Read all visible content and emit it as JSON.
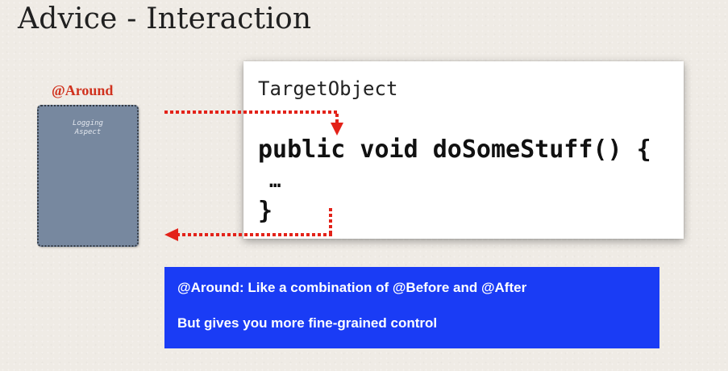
{
  "slide": {
    "title": "Advice - Interaction"
  },
  "aspect": {
    "advice_label": "@Around",
    "box_label_line1": "Logging",
    "box_label_line2": "Aspect"
  },
  "target": {
    "title": "TargetObject",
    "method_signature": "public void doSomeStuff() {",
    "body": "…",
    "closing_brace": "}"
  },
  "callout": {
    "line1": "@Around: Like a combination of @Before and @After",
    "line2": "But gives you more fine-grained control"
  },
  "colors": {
    "accent_red": "#e32219",
    "label_red": "#d0321e",
    "callout_blue": "#1a3cf5",
    "aspect_fill": "#77889f"
  }
}
